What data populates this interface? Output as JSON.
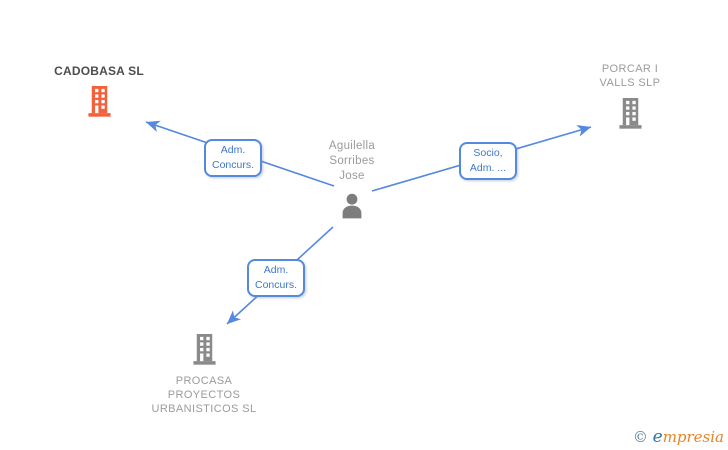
{
  "nodes": {
    "person": {
      "name_lines": [
        "Aguilella",
        "Sorribes",
        "Jose"
      ]
    },
    "cadobasa": {
      "label": "CADOBASA SL"
    },
    "porcar": {
      "name_lines": [
        "PORCAR I",
        "VALLS SLP"
      ]
    },
    "procasa": {
      "name_lines": [
        "PROCASA",
        "PROYECTOS",
        "URBANISTICOS SL"
      ]
    }
  },
  "edges": [
    {
      "target": "cadobasa",
      "label_lines": [
        "Adm.",
        "Concurs."
      ]
    },
    {
      "target": "porcar",
      "label_lines": [
        "Socio,",
        "Adm. ..."
      ]
    },
    {
      "target": "procasa",
      "label_lines": [
        "Adm.",
        "Concurs."
      ]
    }
  ],
  "watermark": {
    "copyright": "©",
    "brand_e": "e",
    "brand_rest": "mpresia"
  },
  "colors": {
    "edge_blue": "#5589e0",
    "label_blue": "#3d78cc",
    "company_gray": "#9b9b9b",
    "highlight_dark_gray": "#4d4d4d",
    "building_gray": "#8a8a8a",
    "building_orange": "#f2613c",
    "person_gray": "#7d7d7d",
    "brand_blue": "#2e74b0",
    "brand_orange": "#e8832a",
    "copyright_teal": "#5d8494"
  }
}
